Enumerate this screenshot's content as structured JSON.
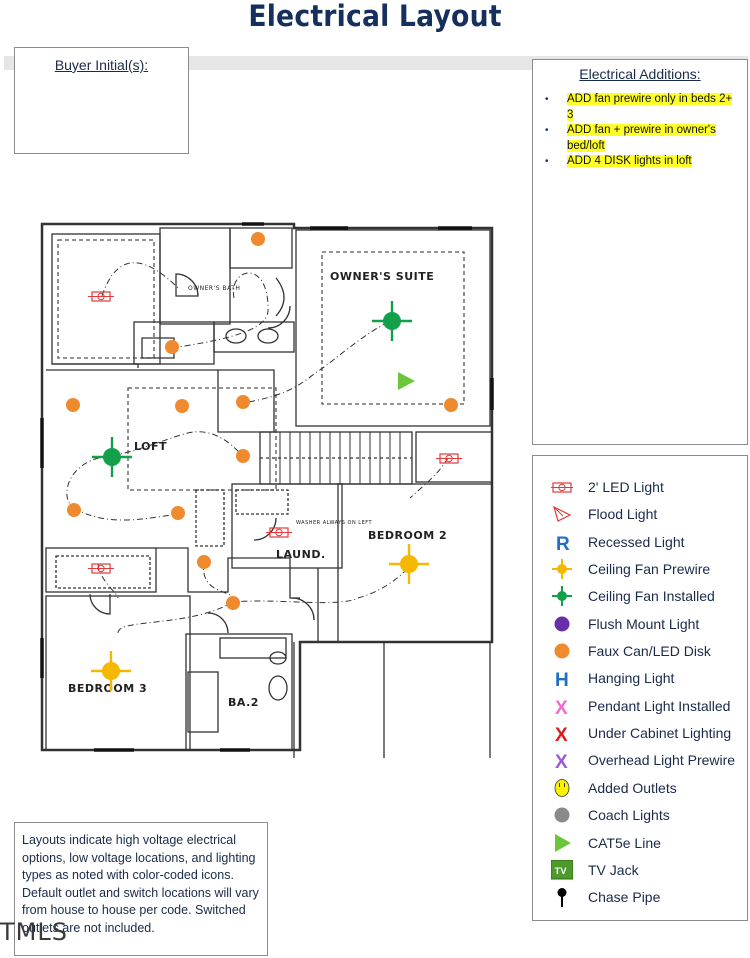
{
  "header": {
    "title": "Electrical Layout"
  },
  "buyer_box": {
    "label": "Buyer Initial(s):"
  },
  "additions": {
    "label": "Electrical Additions:",
    "items": [
      "ADD fan prewire only in beds 2+ 3",
      "ADD fan + prewire in owner's bed/loft",
      "ADD 4 DISK lights in loft"
    ]
  },
  "floorplan": {
    "rooms": {
      "owners_suite": "OWNER'S SUITE",
      "owners_bath": "OWNER'S BATH",
      "loft": "LOFT",
      "bedroom2": "BEDROOM 2",
      "bedroom3": "BEDROOM 3",
      "laundry": "LAUND.",
      "bath2": "BA.2",
      "washer_note": "WASHER ALWAYS ON LEFT"
    }
  },
  "legend": {
    "items": [
      {
        "label": "2' LED Light",
        "icon": "led-2ft-icon",
        "color": "#e03a3a"
      },
      {
        "label": "Flood Light",
        "icon": "flood-light-icon",
        "color": "#e03a3a"
      },
      {
        "label": "Recessed Light",
        "icon": "recessed-light-icon",
        "glyph": "R",
        "color": "#1f6fc4"
      },
      {
        "label": "Ceiling Fan Prewire",
        "icon": "ceiling-fan-prewire-icon",
        "color": "#f5b800"
      },
      {
        "label": "Ceiling Fan Installed",
        "icon": "ceiling-fan-installed-icon",
        "color": "#13a04a"
      },
      {
        "label": "Flush Mount Light",
        "icon": "flush-mount-light-icon",
        "color": "#6a2fa8"
      },
      {
        "label": "Faux Can/LED Disk",
        "icon": "faux-can-disk-icon",
        "color": "#f08a2e"
      },
      {
        "label": "Hanging Light",
        "icon": "hanging-light-icon",
        "glyph": "H",
        "color": "#1f6fc4"
      },
      {
        "label": "Pendant Light Installed",
        "icon": "pendant-light-icon",
        "glyph": "X",
        "color": "#f06ad2"
      },
      {
        "label": "Under Cabinet Lighting",
        "icon": "under-cabinet-light-icon",
        "glyph": "X",
        "color": "#e01a1a"
      },
      {
        "label": "Overhead Light Prewire",
        "icon": "overhead-light-prewire-icon",
        "glyph": "X",
        "color": "#9a5ad6"
      },
      {
        "label": "Added Outlets",
        "icon": "added-outlet-icon",
        "color": "#fff200"
      },
      {
        "label": "Coach Lights",
        "icon": "coach-light-icon",
        "color": "#8a8a8a"
      },
      {
        "label": "CAT5e Line",
        "icon": "cat5e-line-icon",
        "color": "#6cc63a"
      },
      {
        "label": "TV Jack",
        "icon": "tv-jack-icon",
        "glyph": "TV",
        "color": "#4c9a2a"
      },
      {
        "label": "Chase Pipe",
        "icon": "chase-pipe-icon",
        "color": "#000000"
      }
    ]
  },
  "disclaimer": {
    "text": "Layouts indicate high voltage electrical options, low voltage locations, and lighting types as noted with color-coded icons. Default outlet and switch locations will vary from house to house per code. Switched outlets are not included."
  },
  "watermark": {
    "text": "TMLS"
  }
}
